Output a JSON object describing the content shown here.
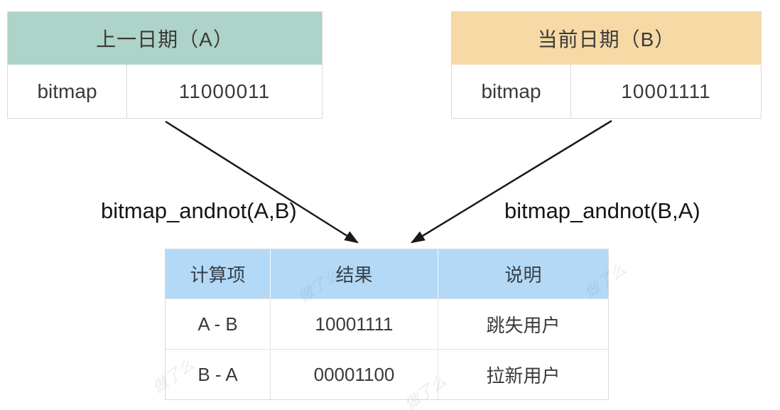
{
  "prev_date_table": {
    "title": "上一日期（A）",
    "header_color": "#aed3c9",
    "row": {
      "label": "bitmap",
      "value": "11000011"
    }
  },
  "curr_date_table": {
    "title": "当前日期（B）",
    "header_color": "#f7d9a6",
    "row": {
      "label": "bitmap",
      "value": "10001111"
    }
  },
  "arrows": {
    "left_label": "bitmap_andnot(A,B)",
    "right_label": "bitmap_andnot(B,A)",
    "color": "#1a1a1a"
  },
  "result_table": {
    "header_color": "#b3d9f7",
    "columns": [
      "计算项",
      "结果",
      "说明"
    ],
    "rows": [
      {
        "item": "A - B",
        "result": "10001111",
        "note": "跳失用户"
      },
      {
        "item": "B - A",
        "result": "00001100",
        "note": "拉新用户"
      }
    ]
  },
  "watermark": {
    "text": "做了么",
    "color": "#5b6b7b"
  }
}
